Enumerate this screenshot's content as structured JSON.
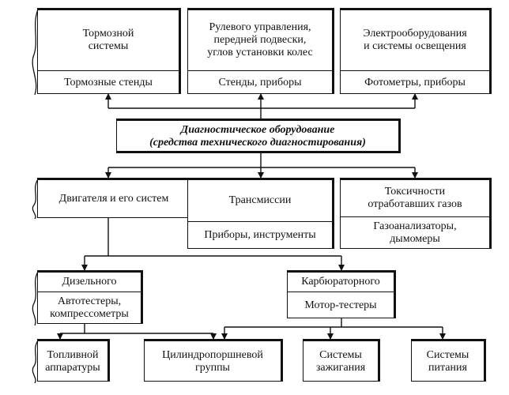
{
  "top": {
    "brake": {
      "title": "Тормозной\nсистемы",
      "tools": "Тормозные стенды"
    },
    "steering": {
      "title": "Рулевого управления,\nпередней подвески,\nуглов установки колес",
      "tools": "Стенды, приборы"
    },
    "electrical": {
      "title": "Электрооборудования\nи системы освещения",
      "tools": "Фотометры, приборы"
    }
  },
  "center": {
    "line1": "Диагностическое оборудование",
    "line2": "(средства технического диагностирования)"
  },
  "middle": {
    "engine": {
      "title": "Двигателя и его систем"
    },
    "transmission": {
      "title": "Трансмиссии",
      "tools": "Приборы, инструменты"
    },
    "toxicity": {
      "title": "Токсичности\nотработавших газов",
      "tools": "Газоанализаторы,\nдымомеры"
    }
  },
  "lower": {
    "diesel": {
      "title": "Дизельного",
      "tools": "Автотестеры,\nкомпрессометры"
    },
    "carb": {
      "title": "Карбюраторного",
      "tools": "Мотор-тестеры"
    }
  },
  "bottom": {
    "fuel": "Топливной\nаппаратуры",
    "cylinder": "Цилиндропоршневой\nгруппы",
    "ignition": "Системы\nзажигания",
    "supply": "Системы\nпитания"
  }
}
